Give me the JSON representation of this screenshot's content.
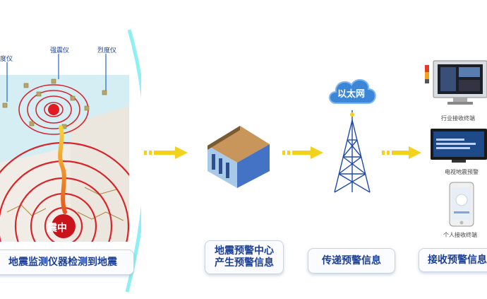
{
  "sensors": {
    "left": "度仪",
    "middle": "强震仪",
    "right": "烈度仪"
  },
  "epicenter": "震中",
  "steps": {
    "detect": "地震监测仪器检测到地震",
    "center_line1": "地震预警中心",
    "center_line2": "产生预警信息",
    "transmit": "传递预警信息",
    "receive": "接收预警信息"
  },
  "cloud": "以太网",
  "terminals": {
    "industry": "行业接收终端",
    "tv": "电视地震预警",
    "personal": "个人接收终端"
  },
  "colors": {
    "arrow": "#f2d21b",
    "label_text": "#1b3f99",
    "ring": "#d7262b"
  }
}
